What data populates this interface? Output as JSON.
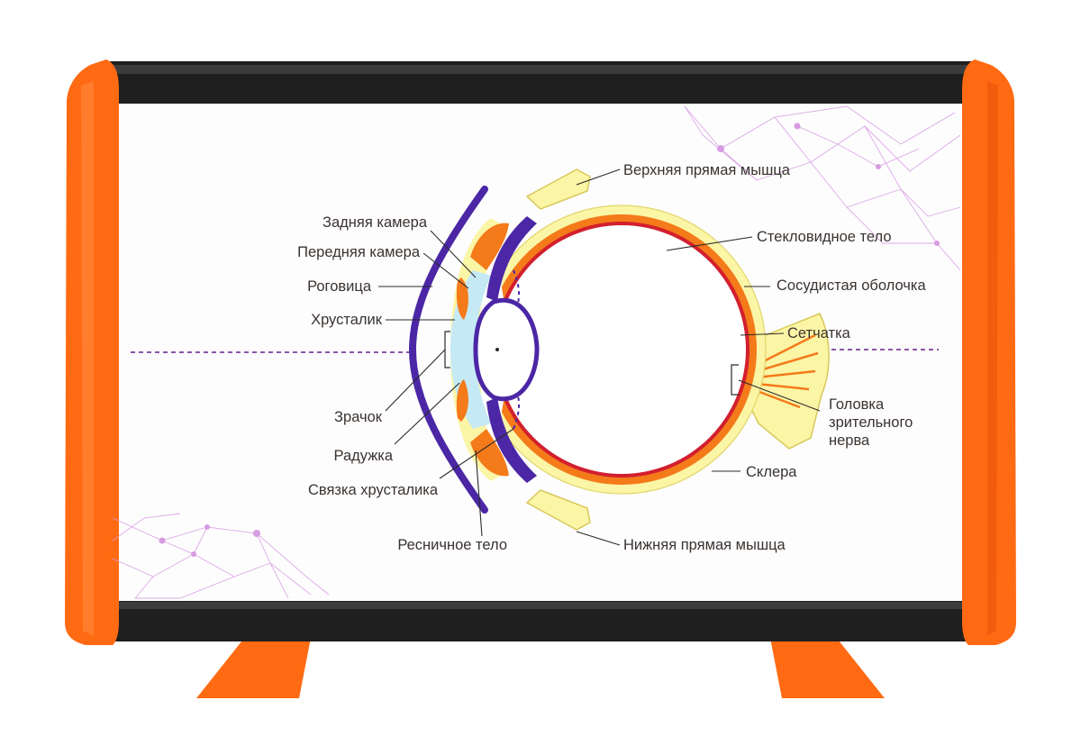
{
  "colors": {
    "frame_orange": "#ff6a13",
    "frame_bar": "#1f1f1f",
    "board": "#fdfdfd",
    "sclera": "#fbf5a6",
    "choroid": "#f47a1a",
    "retina": "#d21f2e",
    "cornea": "#4b27a6",
    "lens_fluid": "#c6e9f6",
    "axis_line": "#7a3f9b",
    "network": "#d79be3",
    "label_text": "#3a3330"
  },
  "labels": {
    "superior_rectus": "Верхняя прямая мышца",
    "vitreous_body": "Стекловидное тело",
    "choroid": "Сосудистая оболочка",
    "retina": "Сетчатка",
    "optic_nerve_head": [
      "Головка",
      "зрительного",
      "нерва"
    ],
    "sclera": "Склера",
    "inferior_rectus": "Нижняя прямая мышца",
    "posterior_chamber": "Задняя камера",
    "anterior_chamber": "Передняя камера",
    "cornea": "Роговица",
    "lens": "Хрусталик",
    "pupil": "Зрачок",
    "iris": "Радужка",
    "lens_ligament": "Связка хрусталика",
    "ciliary_body": "Ресничное тело"
  }
}
